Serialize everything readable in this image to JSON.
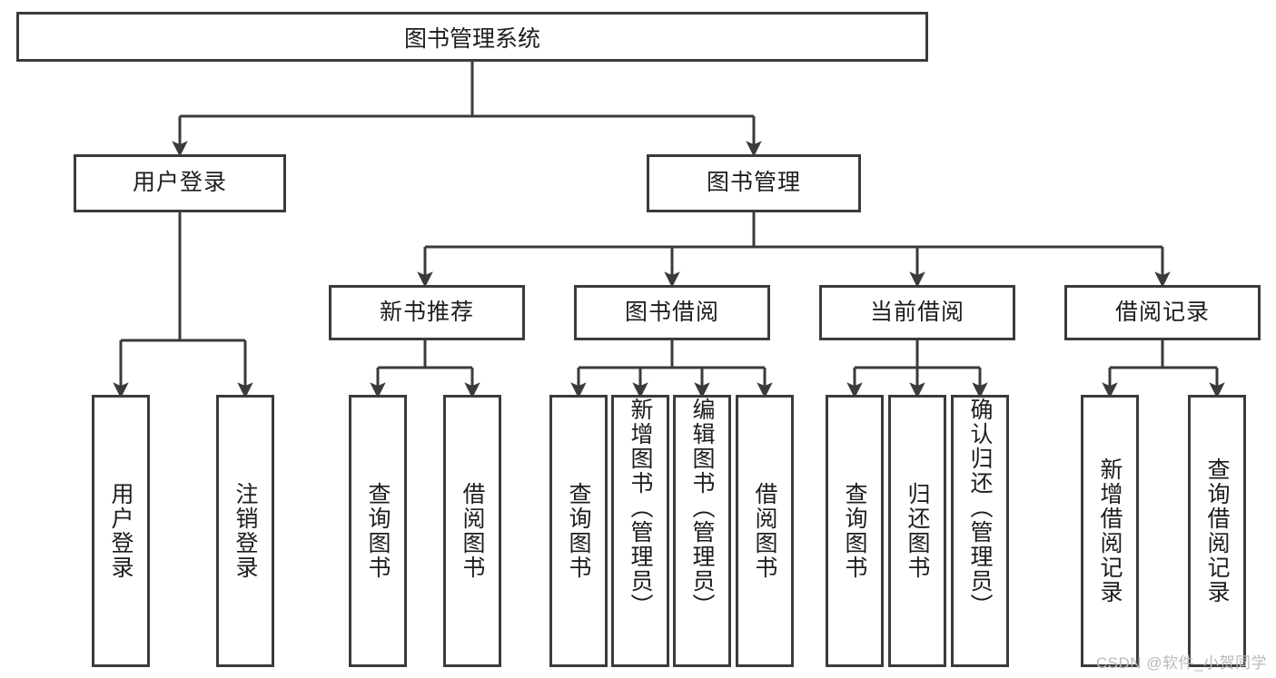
{
  "diagram": {
    "type": "tree-hierarchy",
    "title": "图书管理系统",
    "root": {
      "label": "图书管理系统"
    },
    "level2": [
      {
        "key": "user_login",
        "label": "用户登录"
      },
      {
        "key": "book_manage",
        "label": "图书管理"
      }
    ],
    "level3": [
      {
        "key": "new_book_rec",
        "label": "新书推荐"
      },
      {
        "key": "book_borrow",
        "label": "图书借阅"
      },
      {
        "key": "current_borrow",
        "label": "当前借阅"
      },
      {
        "key": "borrow_record",
        "label": "借阅记录"
      }
    ],
    "leaves": {
      "user_login": [
        {
          "label": "用户登录"
        },
        {
          "label": "注销登录"
        }
      ],
      "new_book_rec": [
        {
          "label": "查询图书"
        },
        {
          "label": "借阅图书"
        }
      ],
      "book_borrow": [
        {
          "label": "查询图书"
        },
        {
          "label": "新增图书（管理员）"
        },
        {
          "label": "编辑图书（管理员）"
        },
        {
          "label": "借阅图书"
        }
      ],
      "current_borrow": [
        {
          "label": "查询图书"
        },
        {
          "label": "归还图书"
        },
        {
          "label": "确认归还（管理员）"
        }
      ],
      "borrow_record": [
        {
          "label": "新增借阅记录"
        },
        {
          "label": "查询借阅记录"
        }
      ]
    }
  },
  "watermark": {
    "text": "CSDN @软件_小贺同学"
  },
  "colors": {
    "stroke": "#3b3b3b",
    "background": "#ffffff",
    "text": "#1d1d1d",
    "watermark": "#b9b9b9"
  }
}
